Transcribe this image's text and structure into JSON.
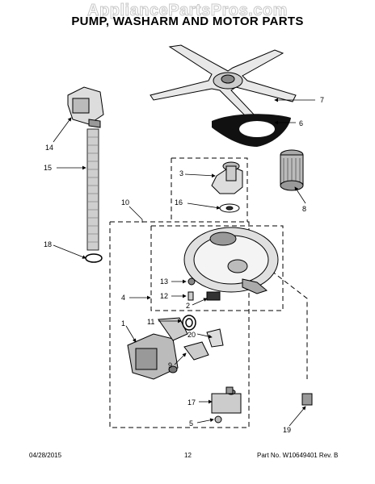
{
  "watermark": "AppliancePartsPros.com",
  "title": "PUMP, WASHARM AND MOTOR PARTS",
  "callouts": {
    "c1": "1",
    "c2": "2",
    "c3": "3",
    "c4": "4",
    "c5": "5",
    "c6": "6",
    "c7": "7",
    "c8": "8",
    "c9": "9",
    "c10": "10",
    "c11": "11",
    "c12": "12",
    "c13": "13",
    "c14": "14",
    "c15": "15",
    "c16": "16",
    "c17": "17",
    "c18": "18",
    "c19": "19",
    "c20": "20"
  },
  "footer": {
    "date": "04/28/2015",
    "page": "12",
    "part_number": "Part No.  W10649401  Rev. B"
  },
  "colors": {
    "line": "#000000",
    "part_fill": "#e8e8e8",
    "part_dark": "#555555",
    "watermark": "#c8c8c8"
  }
}
